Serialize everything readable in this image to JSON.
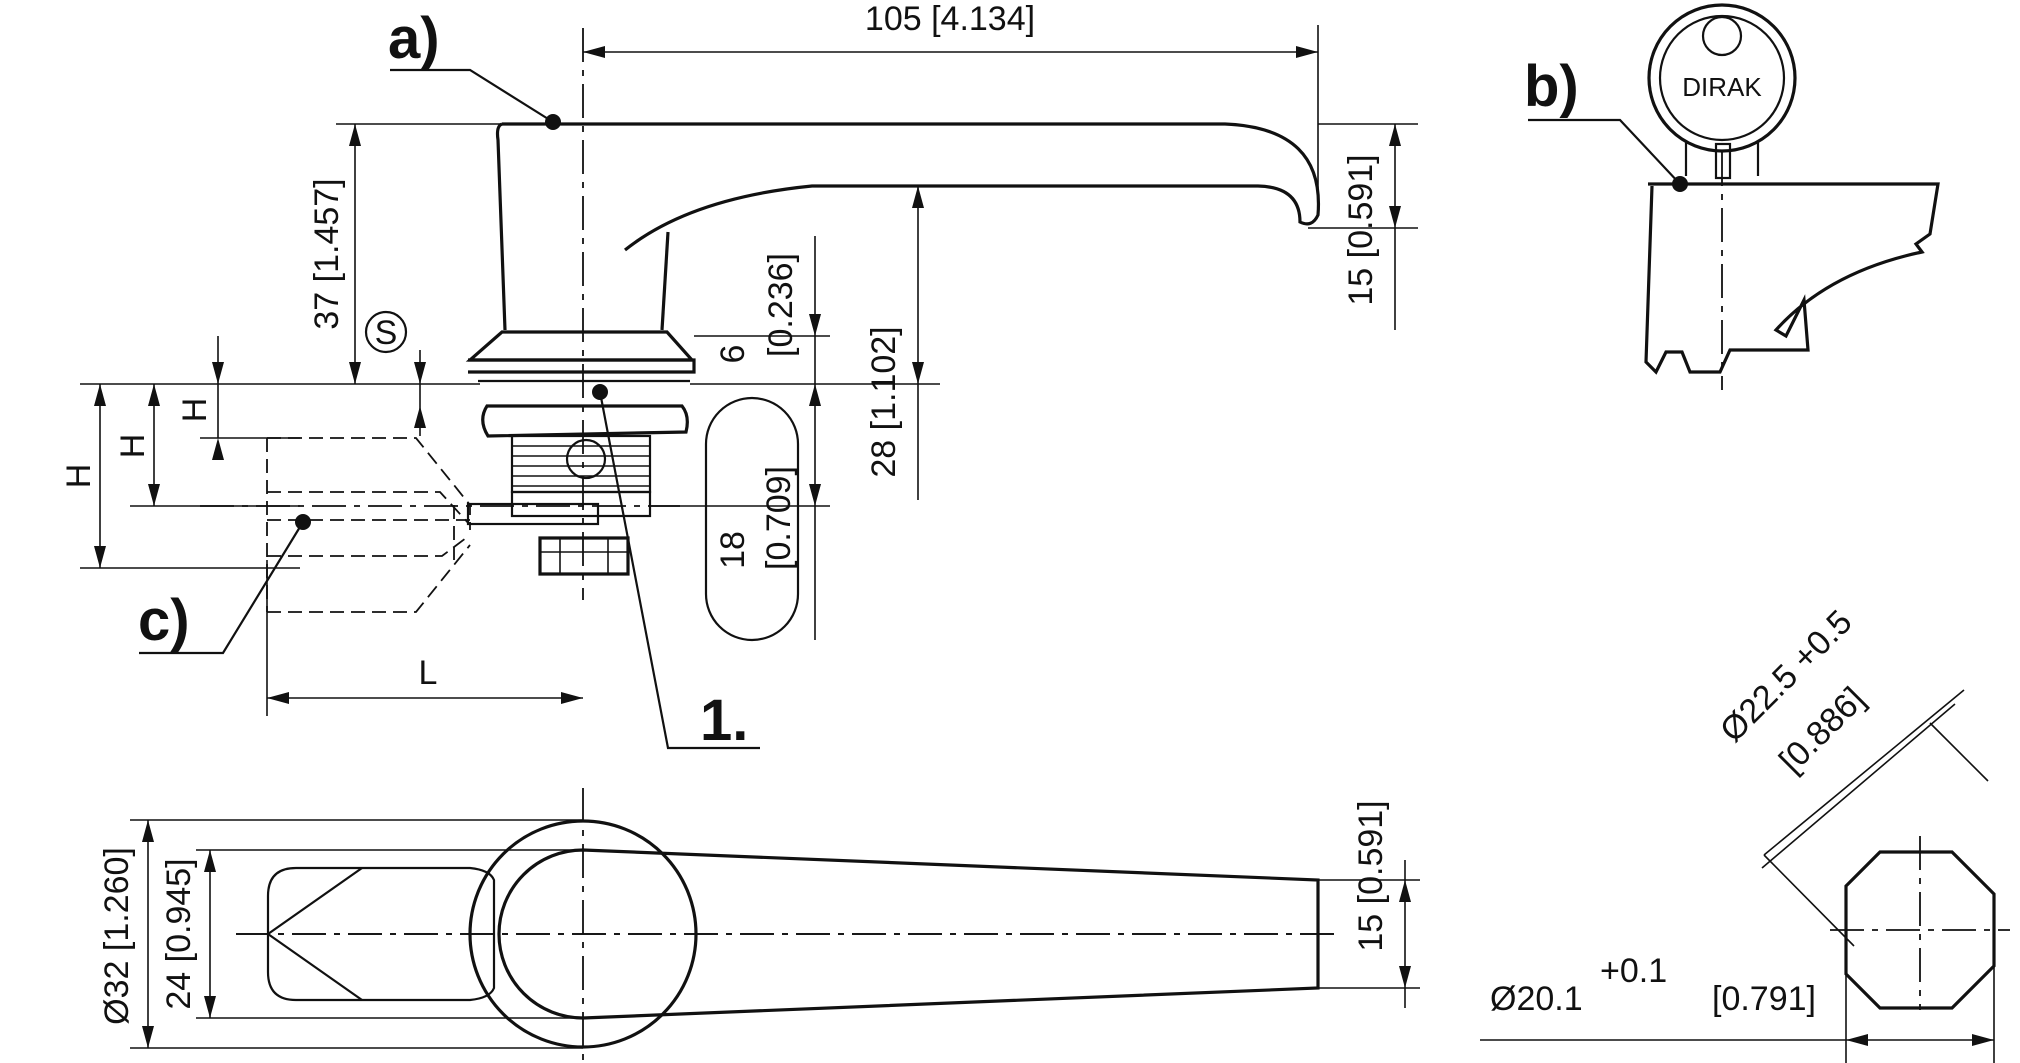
{
  "drawing": {
    "labels": {
      "a": "a)",
      "b": "b)",
      "c": "c)",
      "one": "1."
    },
    "key_brand": "DIRAK",
    "symbol_s": "S",
    "dimensions": {
      "width_105": "105 [4.134]",
      "height_37": "37 [1.457]",
      "height_15_side": "15 [0.591]",
      "dim_6": "6",
      "dim_6_in": "[0.236]",
      "dim_28": "28 [1.102]",
      "dim_18": "18",
      "dim_18_in": "[0.709]",
      "h1": "H",
      "h2": "H",
      "h3": "H",
      "l": "L",
      "dia32": "Ø32 [1.260]",
      "dim24": "24 [0.945]",
      "height_15_top": "15 [0.591]",
      "dia225": "Ø22.5 +0.5",
      "dia225_in": "[0.886]",
      "dia201": "Ø20.1",
      "dia201_tol": "+0.1",
      "dia201_in": "[0.791]"
    }
  },
  "colors": {
    "ink": "#111111",
    "paper": "#ffffff"
  }
}
